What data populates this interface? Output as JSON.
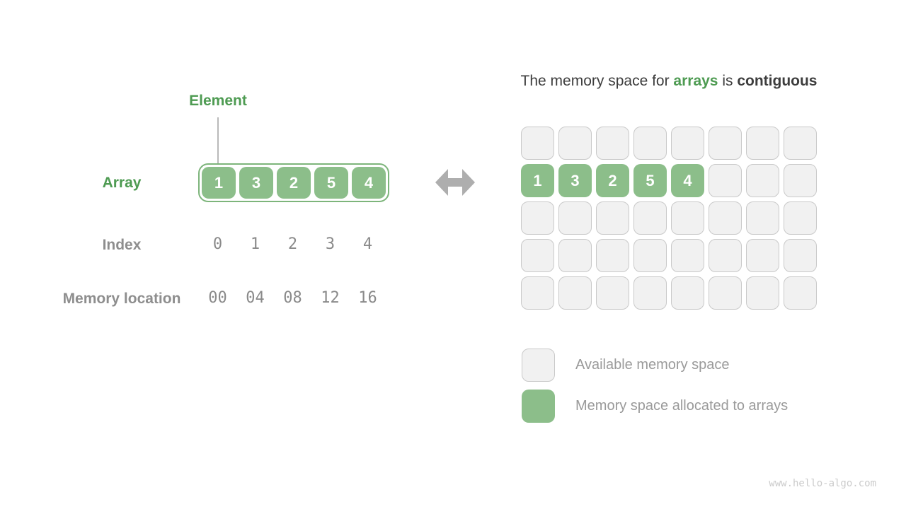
{
  "colors": {
    "green_fill": "#8CBE8A",
    "green_border": "#7DB57B",
    "green_text": "#4E9B52",
    "title_text": "#3D3D3D",
    "label_gray": "#8E8E8E",
    "number_gray": "#8A8A8A",
    "legend_text_gray": "#9A9A9A",
    "cell_bg": "#F1F1F1",
    "cell_border": "#C9C9C9",
    "arrow_gray": "#AEAEAE",
    "line_gray": "#B9B9B9",
    "watermark_gray": "#CBCBCB"
  },
  "left": {
    "element_label": "Element",
    "array_label": "Array",
    "index_label": "Index",
    "memory_location_label": "Memory location",
    "array_values": [
      "1",
      "3",
      "2",
      "5",
      "4"
    ],
    "index_values": [
      "0",
      "1",
      "2",
      "3",
      "4"
    ],
    "memory_location_values": [
      "00",
      "04",
      "08",
      "12",
      "16"
    ]
  },
  "arrow_icon": "double-headed-arrow",
  "right": {
    "title": {
      "prefix": "The memory space for ",
      "highlight": "arrays",
      "middle": " is ",
      "emphasis": "contiguous"
    },
    "memory_grid": {
      "columns": 8,
      "rows": 5,
      "allocated_row_index": 1,
      "allocated_values": [
        "1",
        "3",
        "2",
        "5",
        "4"
      ]
    },
    "legend": [
      {
        "swatch": "available",
        "label": "Available memory space"
      },
      {
        "swatch": "allocated",
        "label": "Memory space allocated to arrays"
      }
    ]
  },
  "watermark": "www.hello-algo.com"
}
